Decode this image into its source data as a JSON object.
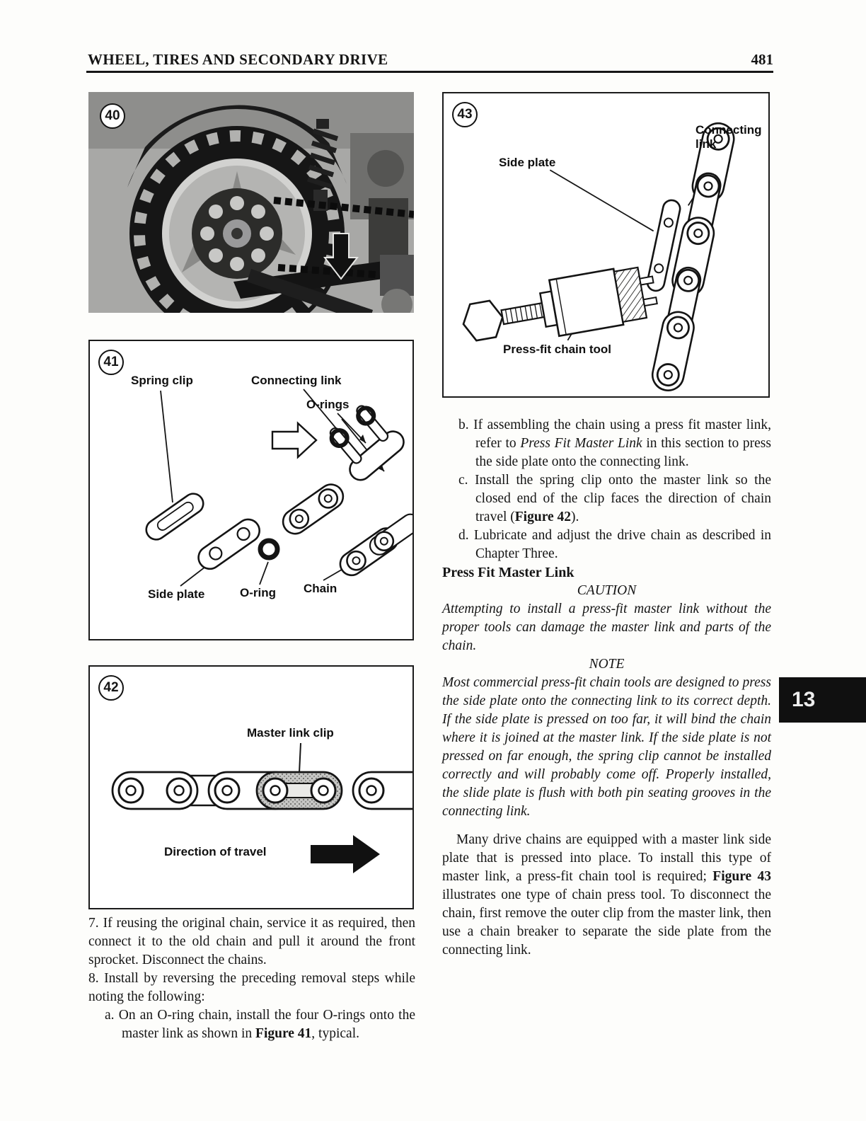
{
  "header": {
    "title": "WHEEL, TIRES AND SECONDARY DRIVE",
    "page_number": "481"
  },
  "tab": {
    "chapter": "13"
  },
  "fig40": {
    "number": "40"
  },
  "fig41": {
    "number": "41",
    "label_spring_clip": "Spring clip",
    "label_connecting_link": "Connecting link",
    "label_o_rings": "O-rings",
    "label_side_plate": "Side plate",
    "label_o_ring": "O-ring",
    "label_chain": "Chain"
  },
  "fig42": {
    "number": "42",
    "label_master_link_clip": "Master link clip",
    "label_direction": "Direction of travel"
  },
  "fig43": {
    "number": "43",
    "label_connecting_link": "Connecting link",
    "label_side_plate": "Side plate",
    "label_tool": "Press-fit chain tool"
  },
  "left": {
    "step7": "7. If reusing the original chain, service it as required, then connect it to the old chain and pull it around the front sprocket. Disconnect the chains.",
    "step8": "8. Install by reversing the preceding removal steps while noting the following:",
    "step8a": {
      "pre": "a. On an O-ring chain, install the four O-rings onto the master link as shown in ",
      "bold": "Figure 41",
      "post": ", typical."
    }
  },
  "right": {
    "item_b": {
      "pre": "b. If assembling the chain using a press fit master link, refer to ",
      "italic": "Press Fit Master Link",
      "post": " in this section to press the side plate onto the connecting link."
    },
    "item_c": {
      "pre": "c. Install the spring clip onto the master link so the closed end of the clip faces the direction of chain travel (",
      "bold": "Figure 42",
      "post": ")."
    },
    "item_d": "d. Lubricate and adjust the drive chain as described in Chapter Three.",
    "section_heading": "Press Fit Master Link",
    "caution_title": "CAUTION",
    "caution_body": "Attempting to install a press-fit master link without the proper tools can damage the master link and parts of the chain.",
    "note_title": "NOTE",
    "note_body": "Most commercial press-fit chain tools are designed to press the side plate onto the connecting link to its correct depth. If the side plate is pressed on too far, it will bind the chain where it is joined at the master link. If the side plate is not pressed on far enough, the spring clip cannot be installed correctly and will probably come off. Properly installed, the slide plate is flush with both pin seating grooves in the connecting link.",
    "closing": {
      "pre": "Many drive chains are equipped with a master link side plate that is pressed into place. To install this type of master link, a press-fit chain tool is required; ",
      "bold": "Figure 43",
      "post": " illustrates one type of chain press tool. To disconnect the chain, first remove the outer clip from the master link, then use a chain breaker to separate the side plate from the connecting link."
    }
  }
}
